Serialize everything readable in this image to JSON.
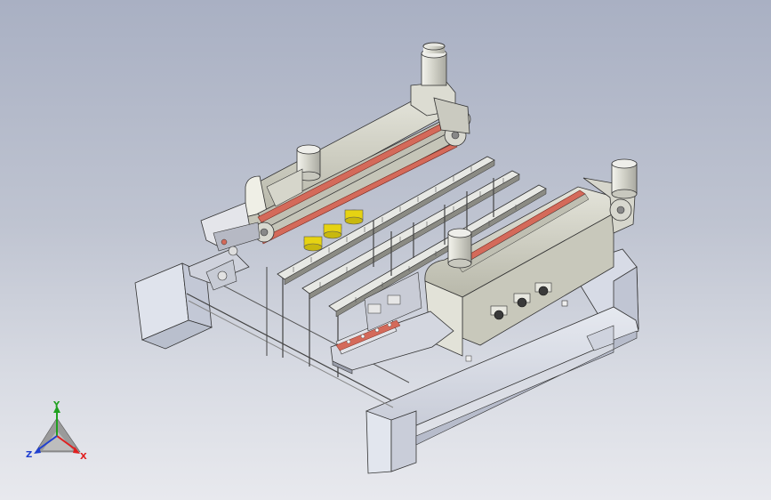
{
  "viewport": {
    "background_top": "#a9b0c3",
    "background_bottom": "#e8e9ee"
  },
  "model": {
    "frame_color": "#d9dde6",
    "housing_color": "#cfcfc2",
    "belt_color": "#d46a5a",
    "accent_yellow": "#f2e21a"
  },
  "triad": {
    "x_label": "X",
    "y_label": "Y",
    "z_label": "Z",
    "x_color": "#e02020",
    "y_color": "#20a020",
    "z_color": "#2040d0"
  }
}
